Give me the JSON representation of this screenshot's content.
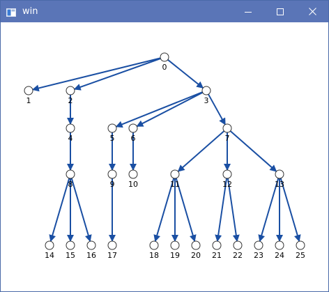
{
  "window": {
    "title": "win",
    "icons": {
      "app": "window-app-icon",
      "minimize": "minimize-icon",
      "maximize": "maximize-icon",
      "close": "close-icon"
    },
    "colors": {
      "titlebar": "#5a75b7",
      "edge": "#1a4fa3",
      "node_stroke": "#333333"
    }
  },
  "tree": {
    "nodes": [
      "0",
      "1",
      "2",
      "3",
      "4",
      "5",
      "6",
      "7",
      "8",
      "9",
      "10",
      "11",
      "12",
      "13",
      "14",
      "15",
      "16",
      "17",
      "18",
      "19",
      "20",
      "21",
      "22",
      "23",
      "24",
      "25"
    ],
    "edges": [
      [
        "0",
        "1"
      ],
      [
        "0",
        "2"
      ],
      [
        "0",
        "3"
      ],
      [
        "2",
        "4"
      ],
      [
        "3",
        "5"
      ],
      [
        "3",
        "6"
      ],
      [
        "3",
        "7"
      ],
      [
        "4",
        "8"
      ],
      [
        "5",
        "9"
      ],
      [
        "6",
        "10"
      ],
      [
        "7",
        "11"
      ],
      [
        "7",
        "12"
      ],
      [
        "7",
        "13"
      ],
      [
        "8",
        "14"
      ],
      [
        "8",
        "15"
      ],
      [
        "8",
        "16"
      ],
      [
        "9",
        "17"
      ],
      [
        "11",
        "18"
      ],
      [
        "11",
        "19"
      ],
      [
        "11",
        "20"
      ],
      [
        "12",
        "21"
      ],
      [
        "12",
        "22"
      ],
      [
        "13",
        "23"
      ],
      [
        "13",
        "24"
      ],
      [
        "13",
        "25"
      ]
    ]
  }
}
